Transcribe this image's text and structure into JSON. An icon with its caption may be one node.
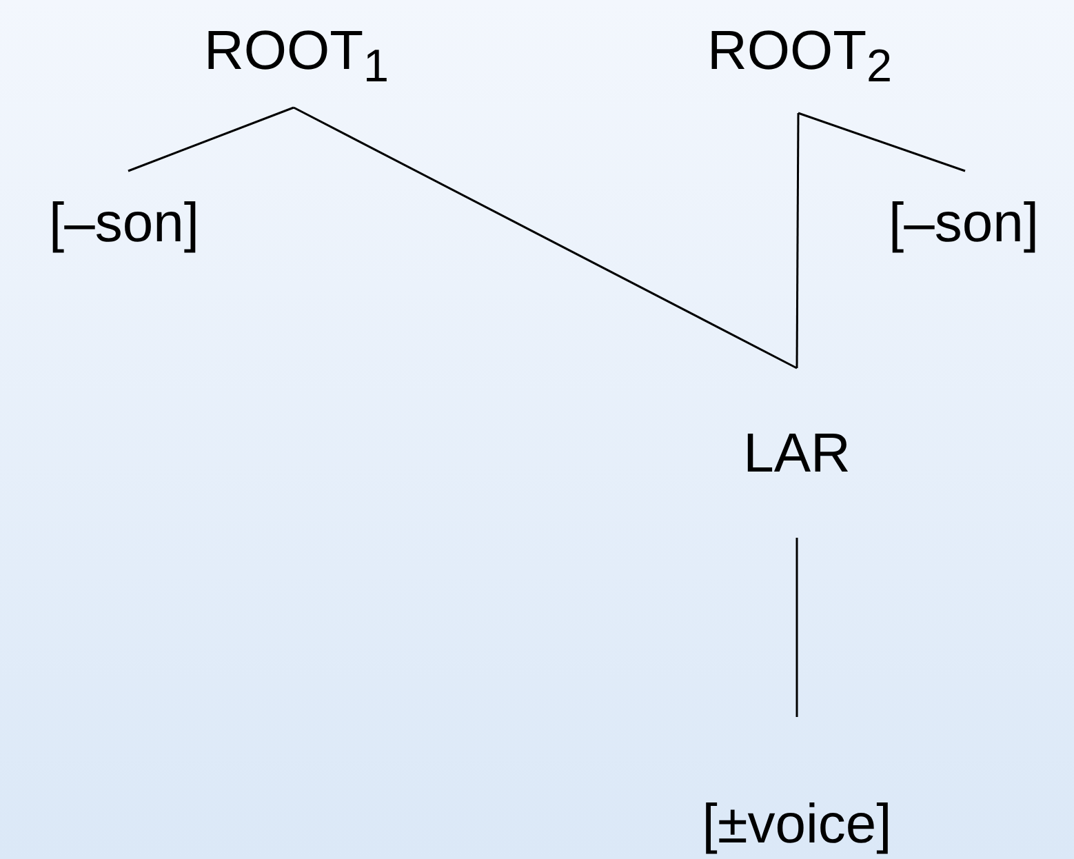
{
  "diagram": {
    "nodes": [
      {
        "text": [
          "ROOT$_{1}$"
        ]
      },
      {
        "text": [
          "ROOT$_{2}$"
        ]
      },
      {
        "text": [
          "[–son]"
        ]
      },
      {
        "text": [
          "[–son]"
        ]
      },
      {
        "text": [
          "LAR"
        ]
      },
      {
        "text": [
          "[±voice]"
        ]
      }
    ],
    "edges": [
      {
        "from": 0,
        "to": 2,
        "arrow": "none"
      },
      {
        "from": 0,
        "to": 4,
        "arrow": "none"
      },
      {
        "from": 1,
        "to": 4,
        "arrow": "none"
      },
      {
        "from": 1,
        "to": 3,
        "arrow": "none"
      },
      {
        "from": 4,
        "to": 5,
        "arrow": "none"
      }
    ]
  }
}
